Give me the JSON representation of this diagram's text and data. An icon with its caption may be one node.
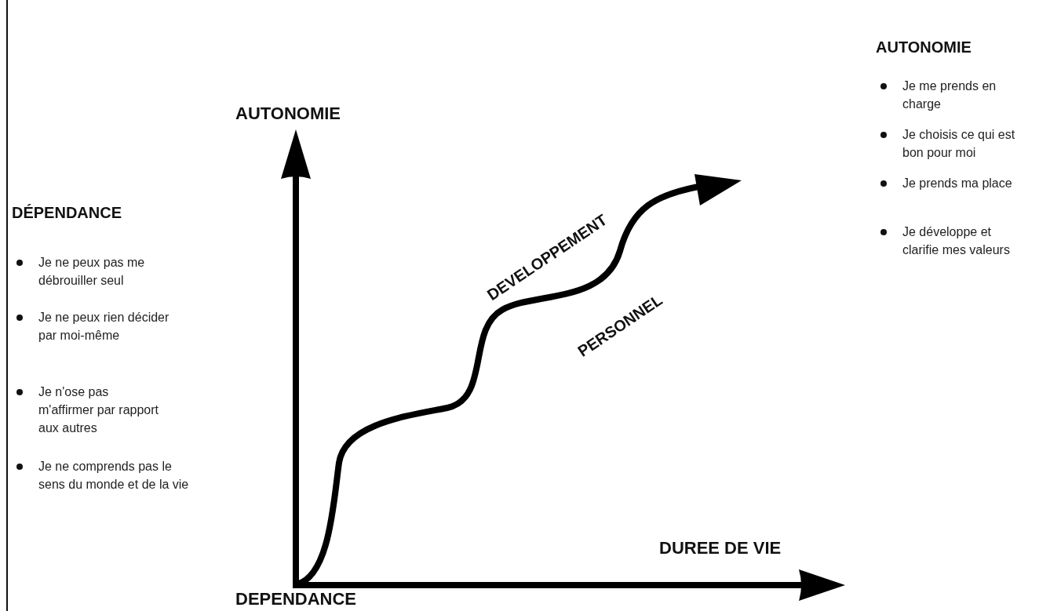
{
  "diagram": {
    "labels": [
      "AUTONOMIE",
      "Je me prends en charge",
      "Je choisis ce qui est bon pour moi",
      "Je prends ma place",
      "Je développe et clarifie mes valeurs",
      "AUTONOMIE",
      "DÉPENDANCE",
      "Je ne peux pas me débrouiller seul",
      "Je ne peux rien décider par moi-même",
      "Je n'ose pas m'affirmer par rapport aux autres",
      "Je ne comprends pas le sens du monde et de la vie",
      "DEVELOPPEMENT",
      "PERSONNEL",
      "DUREE DE VIE",
      "DEPENDANCE"
    ]
  }
}
